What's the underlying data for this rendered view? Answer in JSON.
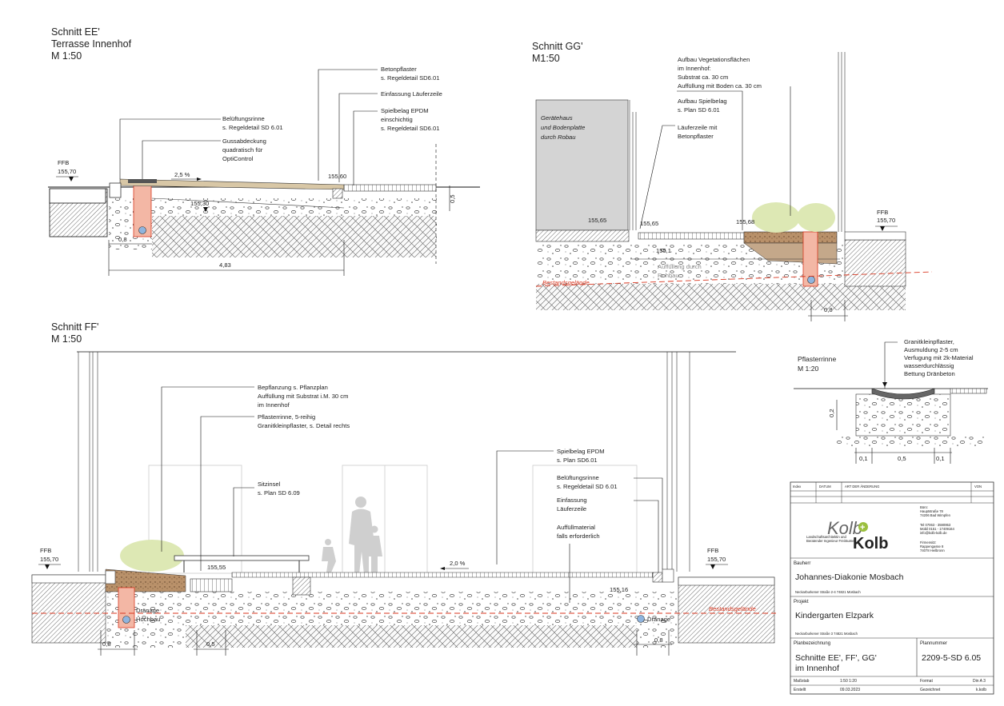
{
  "section_ee": {
    "title": "Schnitt EE'",
    "subtitle": "Terrasse Innenhof",
    "scale": "M 1:50",
    "ffb_label": "FFB",
    "ffb_level": "155,70",
    "slope": "2,5 %",
    "level_1": "155,60",
    "level_2": "155,30",
    "dim_height": "0,5",
    "dim_width_1": "0,8",
    "dim_width_2": "4,83",
    "notes": [
      "Belüftungsrinne",
      "s. Regeldetail SD 6.01",
      "Gussabdeckung",
      "quadratisch für",
      "OptiControl",
      "Betonpflaster",
      "s. Regeldetail SD6.01",
      "Einfassung Läuferzeile",
      "Spielbelag EPDM",
      "einschichtig",
      "s. Regeldetail SD6.01"
    ]
  },
  "section_gg": {
    "title": "Schnitt GG'",
    "scale": "M1:50",
    "building_label": [
      "Gerätehaus",
      "und Bodenplatte",
      "durch Robau"
    ],
    "levels": [
      "155,65",
      "155,65",
      "155,68",
      "155,1",
      "155,70"
    ],
    "ffb_label": "FFB",
    "fill_label": [
      "Auffüllung durch",
      "Rohbau"
    ],
    "existing_terrain": "Bestandsgelände",
    "dim_width": "0,8",
    "notes": [
      "Aufbau Vegetationsflächen",
      "im Innenhof:",
      "Substrat ca. 30 cm",
      "Auffüllung mit Boden ca. 30 cm",
      "Aufbau Spielbelag",
      "s. Plan SD 6.01",
      "Läuferzeile mit",
      "Betonpflaster"
    ]
  },
  "section_ff": {
    "title": "Schnitt FF'",
    "scale": "M 1:50",
    "ffb_label": "FFB",
    "ffb_left": "155,70",
    "ffb_right": "155,70",
    "level_1": "155,55",
    "level_2": "155,16",
    "slope": "2,0 %",
    "drain_left": [
      "Dränage",
      "Hochbau"
    ],
    "drain_right": "Dränage",
    "existing_terrain": "Bestandsgelände",
    "dim_1": "0,8",
    "dim_2": "0,5",
    "dim_3": "0,8",
    "notes": [
      "Bepflanzung s. Pflanzplan",
      "Auffüllung mit Substrat i.M. 30 cm",
      "im Innenhof",
      "Pflasterrinne, 5-reihig",
      "Granitkleinpflaster, s. Detail rechts",
      "Sitzinsel",
      "s. Plan SD 6.09",
      "Spielbelag EPDM",
      "s. Plan SD6.01",
      "Belüftungsrinne",
      "s. Regeldetail SD 6.01",
      "Einfassung",
      "Läuferzeile",
      "Auffüllmaterial",
      "falls erforderlich"
    ]
  },
  "detail": {
    "title": "Pflasterrinne",
    "scale": "M 1:20",
    "notes": [
      "Granitkleinpflaster,",
      "Ausmuldung 2-5 cm",
      "Verfugung mit 2k-Material",
      "wasserdurchlässig",
      "Bettung Dränbeton"
    ],
    "dim_height": "0,2",
    "dims": [
      "0,1",
      "0,5",
      "0,1"
    ]
  },
  "title_block": {
    "rev_headers": [
      "Index",
      "DATUM",
      "ART DER ÄNDERUNG",
      "VON"
    ],
    "office": [
      "Büro:",
      "Hauptstraße 78",
      "74206 Bad Wimpfen",
      "",
      "Tel 07063 - 3590953",
      "Mobil 0151 - 17409164",
      "info@kolb-kolb.de",
      "",
      "Firmensitz:",
      "Rappengasse 8",
      "74078 Heilbronn"
    ],
    "logo_text": "Kolb",
    "logo_text_2": "Kolb",
    "logo_sub": [
      "Landschaftsarchitektin und",
      "Beratender Ingenieur Freiräume"
    ],
    "bauherr_label": "Bauherr",
    "bauherr": "Johannes-Diakonie Mosbach",
    "bauherr_addr": "Neckarburkener Straße 2-4   74821 Mosbach",
    "projekt_label": "Projekt",
    "projekt": "Kindergarten Elzpark",
    "projekt_addr": "Neckarburkener Straße 3   74821 Mosbach",
    "planbez_label": "Planbezeichnung",
    "planbez_1": "Schnitte EE', FF', GG'",
    "planbez_2": "im Innenhof",
    "plannr_label": "Plannummer",
    "plannr": "2209-5-SD 6.05",
    "massstab_label": "Maßstab",
    "massstab": "1:50   1:20",
    "format_label": "Format",
    "format": "Din A 3",
    "erstellt_label": "Erstellt",
    "erstellt": "09.03.2023",
    "gezeichnet_label": "Gezeichnet",
    "gezeichnet": "k.kolb"
  }
}
